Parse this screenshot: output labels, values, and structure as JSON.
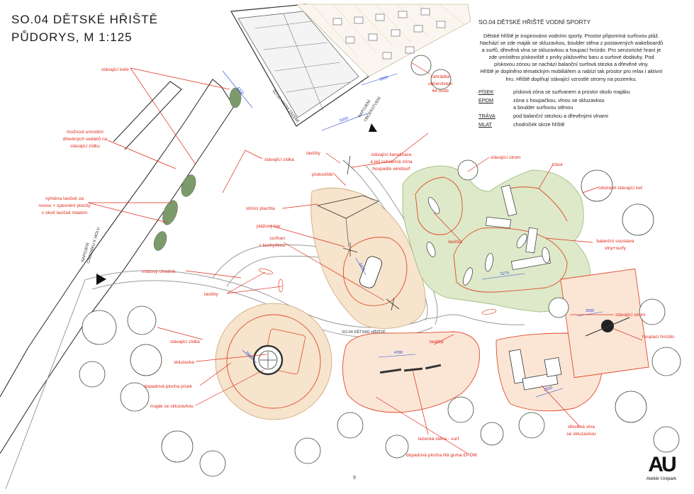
{
  "title": {
    "line1": "SO.04   DĚTSKÉ HŘIŠTĚ",
    "line2": "PŮDORYS, M 1:125"
  },
  "panel": {
    "heading": "SO.04  DĚTSKÉ HŘIŠTĚ VODNÍ SPORTY",
    "description": "Dětské hřiště je inspirováno vodními sporty. Prostor připomíná surfovou pláž. Nachází se zde maják se skluzavkou, boulder stěna z postavených wakeboardů a surfů, dřevěná vlna se skluzavkou a houpací hnízdo. Pro senzorické hraní je zde umístěno pískoviště s prvky plážového baru a surfové dodávky. Pod pískovou zónou se nachází balanční surfová stezka a dřevěné vlny.\nHřiště je doplněno tématickým mobiliářem a nabízí tak prostor pro relax i aktivní hru. Hřiště doplňují stávající vzrostlé stromy na pozemku.",
    "legend": [
      {
        "key": "PÍSEK",
        "value": "písková zóna se surfvanem a prostor okolo majáku"
      },
      {
        "key": "EPDM",
        "value": "zóna s houpačkou, vlnou se skluzavkou\na boulder surfovou stěnou"
      },
      {
        "key": "TRÁVA",
        "value": "pod balanční stezkou a dřevěnými vlnami"
      },
      {
        "key": "MLAT",
        "value": "chodníček skrze hřiště"
      }
    ]
  },
  "labels": {
    "stavajici_kere": "stávající keře",
    "moznost_1": "možnost umístění",
    "moznost_2": "dřevěných sedáků na",
    "moznost_3": "stávající zídku",
    "vymena_1": "výměna laviček za",
    "vymena_2": "novou + zpevnění plochy",
    "vymena_3": "v okolí laviček mlatem",
    "stavajici_zidka_top": "stávající zídka",
    "lavicky_top": "lavičky",
    "kanalizace_1": "stávající kanalizace",
    "kanalizace_2": "a její ochranná zóna",
    "kanalizace_3": "houpadlo windsurf",
    "pískoviste": "pískoviště",
    "stinici": "stínící plachta",
    "plazovy": "plážový bar",
    "surfvan_1": "surfvan",
    "surfvan_2": "s kuchyňkou",
    "mlatovy": "mlatový chodník",
    "lavicky_left": "lavičky",
    "stavajici_zidka_left": "stávající zídka",
    "skluzavka": "skluzavka",
    "dopadova_pisek": "dopadová plocha písek",
    "majak": "maják se skluzavkou",
    "lavicka_mid": "lavička",
    "lavicky_bottom": "lavičky",
    "lezecka": "lezecká stěna - surf",
    "dopadova_epdm": "dopadová plocha litá guma EPDM",
    "stavajici_strom_top": "stávající strom",
    "trava": "tráva",
    "odstranit": "odstranit stávající keř",
    "balancni_1": "balanční soustava",
    "balancni_2": "vlny+surfy",
    "stavajici_strom_right": "stávající strom",
    "houpaci": "houpací hnízdo",
    "drevena_1": "dřevěná vlna",
    "drevena_2": "se skluzavkou",
    "zahradka_1": "zahrádka",
    "zahradka_2": "občerstvení",
    "zahradka_3": "44 osob",
    "so_vodni": "SO.03 VODNÍ ZÁZEMÍ",
    "so_hriste": "SO.04 DĚTSKÉ HŘIŠTĚ",
    "napojeni_1": "NAPOJENÍ",
    "napojeni_2": "CHODNÍKU K MOLU",
    "napojeni_3": "NAPOJENÍ",
    "napojeni_4": "OBČERSTVENÍ",
    "dim_4700": "4700",
    "dim_3000": "3000",
    "dim_5000": "5000",
    "dim_2475": "2475",
    "dim_2945": "2945",
    "dim_4780": "4780",
    "dim_5275": "5275",
    "dim_2500a": "2500",
    "dim_2500b": "2500"
  },
  "page_number": "9",
  "logo": {
    "mark": "AU",
    "name": "Ateliér Unipark"
  },
  "colors": {
    "annotation": "#e02a1c",
    "dimension": "#2b4bd6",
    "sand": "#f6e4cc",
    "grass": "#dde9c8",
    "epdm": "#fbe6d6",
    "tree": "#3b4a3a"
  }
}
